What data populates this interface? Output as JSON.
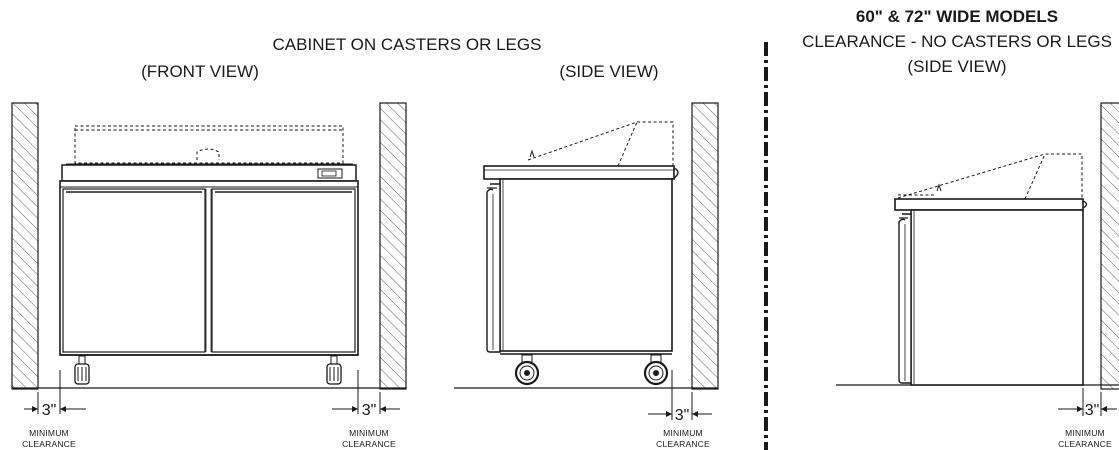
{
  "titles": {
    "main": "CABINET ON CASTERS OR LEGS",
    "front": "(FRONT VIEW)",
    "side": "(SIDE VIEW)",
    "models": "60\" & 72\" WIDE MODELS",
    "clearance": "CLEARANCE - NO CASTERS OR LEGS",
    "side2": "(SIDE VIEW)"
  },
  "dimensions": [
    {
      "value": "3\"",
      "caption1": "MINIMUM",
      "caption2": "CLEARANCE"
    },
    {
      "value": "3\"",
      "caption1": "MINIMUM",
      "caption2": "CLEARANCE"
    },
    {
      "value": "3\"",
      "caption1": "MINIMUM",
      "caption2": "CLEARANCE"
    },
    {
      "value": "3\"",
      "caption1": "MINIMUM",
      "caption2": "CLEARANCE"
    }
  ],
  "colors": {
    "line": "#1a1a1a",
    "hatch": "#1a1a1a",
    "background": "#ffffff"
  }
}
